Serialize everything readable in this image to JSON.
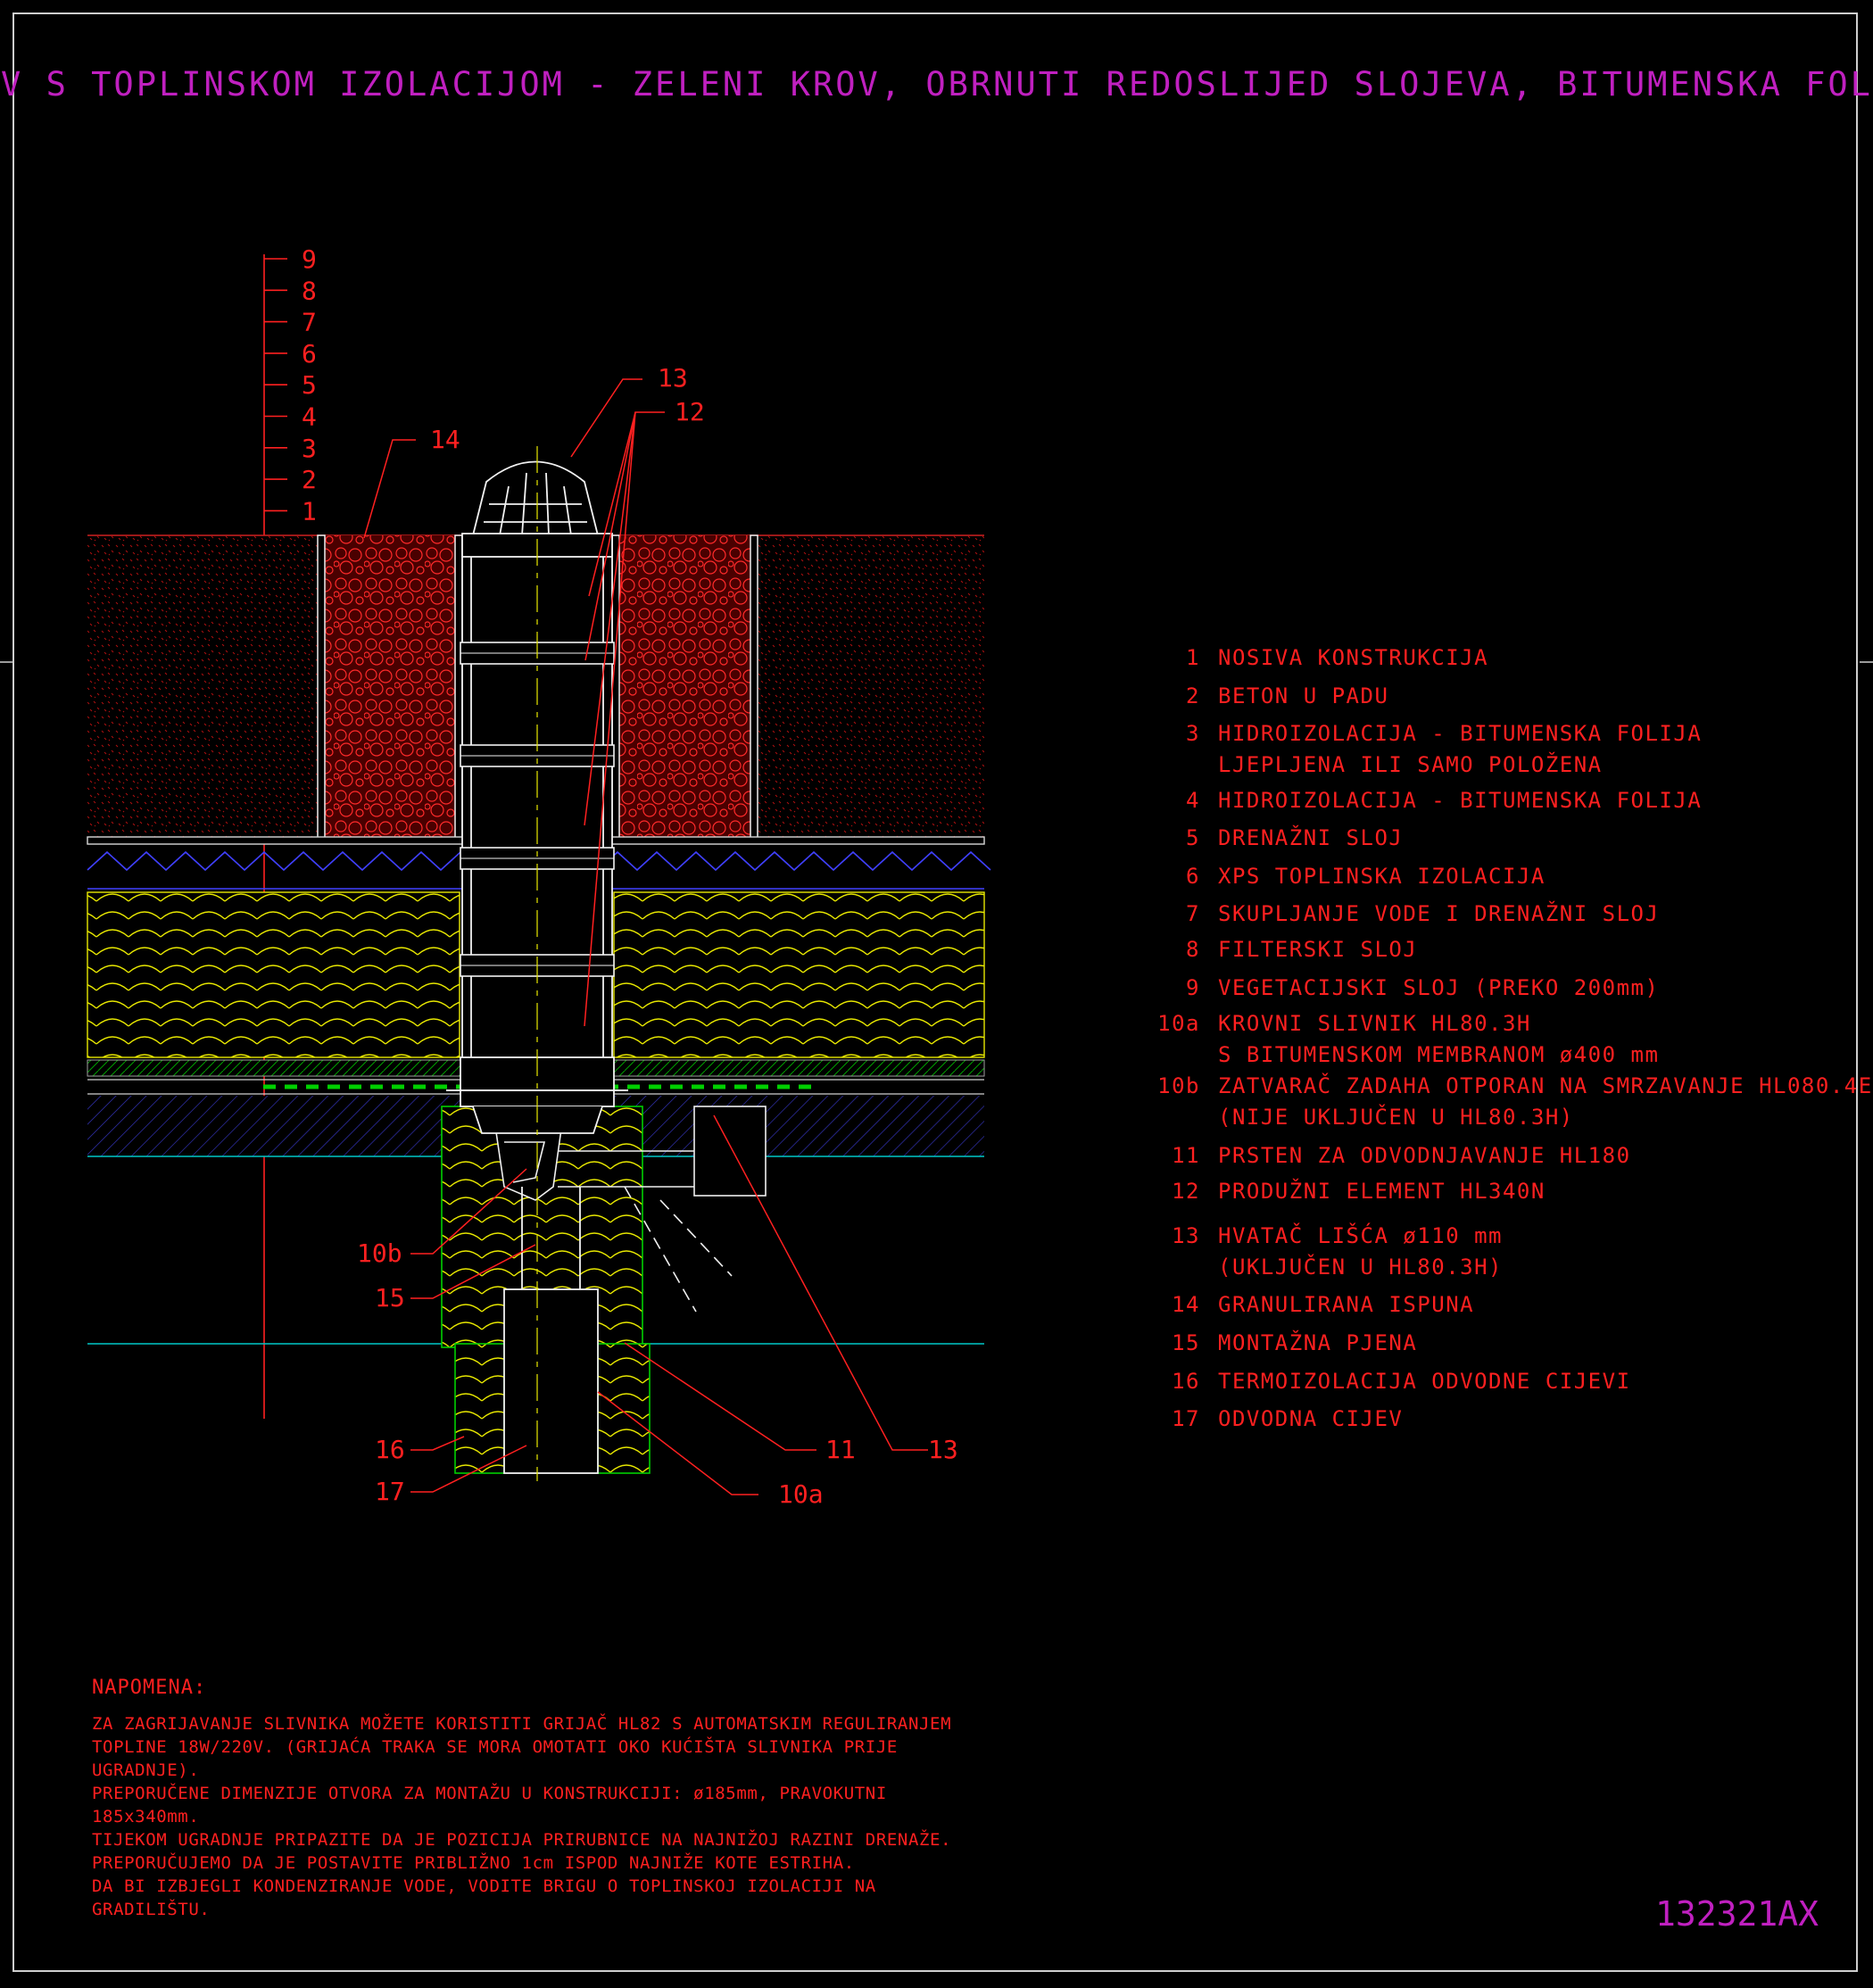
{
  "title": "KROV S TOPLINSKOM IZOLACIJOM - ZELENI KROV, OBRNUTI REDOSLIJED SLOJEVA, BITUMENSKA FOLIJA",
  "drawing_number": "132321AX",
  "layer_scale": [
    "9",
    "8",
    "7",
    "6",
    "5",
    "4",
    "3",
    "2",
    "1"
  ],
  "callouts": {
    "c13_top": "13",
    "c12": "12",
    "c14": "14",
    "c10b": "10b",
    "c15": "15",
    "c16": "16",
    "c17": "17",
    "c11": "11",
    "c13_bottom": "13",
    "c10a": "10a"
  },
  "legend": [
    {
      "num": "1",
      "lines": [
        "NOSIVA KONSTRUKCIJA"
      ]
    },
    {
      "num": "2",
      "lines": [
        "BETON U PADU"
      ]
    },
    {
      "num": "3",
      "lines": [
        "HIDROIZOLACIJA - BITUMENSKA FOLIJA",
        "LJEPLJENA ILI SAMO POLOŽENA"
      ]
    },
    {
      "num": "4",
      "lines": [
        "HIDROIZOLACIJA - BITUMENSKA FOLIJA"
      ]
    },
    {
      "num": "5",
      "lines": [
        "DRENAŽNI SLOJ"
      ]
    },
    {
      "num": "6",
      "lines": [
        "XPS TOPLINSKA IZOLACIJA"
      ]
    },
    {
      "num": "7",
      "lines": [
        "SKUPLJANJE VODE I DRENAŽNI SLOJ"
      ]
    },
    {
      "num": "8",
      "lines": [
        "FILTERSKI SLOJ"
      ]
    },
    {
      "num": "9",
      "lines": [
        "VEGETACIJSKI SLOJ (PREKO 200mm)"
      ]
    },
    {
      "num": "10a",
      "lines": [
        "KROVNI SLIVNIK HL80.3H",
        "S BITUMENSKOM MEMBRANOM ø400 mm"
      ]
    },
    {
      "num": "10b",
      "lines": [
        "ZATVARAČ ZADAHA OTPORAN NA SMRZAVANJE HL080.4E",
        "(NIJE UKLJUČEN U HL80.3H)"
      ]
    },
    {
      "num": "11",
      "lines": [
        "PRSTEN ZA ODVODNJAVANJE HL180"
      ]
    },
    {
      "num": "12",
      "lines": [
        "PRODUŽNI ELEMENT HL340N"
      ]
    },
    {
      "num": "13",
      "lines": [
        "HVATAČ LIŠĆA ø110 mm",
        "(UKLJUČEN U HL80.3H)"
      ]
    },
    {
      "num": "14",
      "lines": [
        "GRANULIRANA ISPUNA"
      ]
    },
    {
      "num": "15",
      "lines": [
        "MONTAŽNA PJENA"
      ]
    },
    {
      "num": "16",
      "lines": [
        "TERMOIZOLACIJA ODVODNE CIJEVI"
      ]
    },
    {
      "num": "17",
      "lines": [
        "ODVODNA CIJEV"
      ]
    }
  ],
  "note": {
    "heading": "NAPOMENA:",
    "lines": [
      "ZA ZAGRIJAVANJE SLIVNIKA MOŽETE KORISTITI GRIJAČ HL82 S AUTOMATSKIM REGULIRANJEM",
      "TOPLINE 18W/220V. (GRIJAĆA TRAKA SE MORA OMOTATI OKO KUĆIŠTA SLIVNIKA PRIJE",
      "UGRADNJE).",
      "PREPORUČENE DIMENZIJE OTVORA ZA MONTAŽU U KONSTRUKCIJI: ø185mm, PRAVOKUTNI",
      "185x340mm.",
      "TIJEKOM UGRADNJE PRIPAZITE DA JE POZICIJA PRIRUBNICE NA NAJNIŽOJ RAZINI DRENAŽE.",
      "PREPORUČUJEMO DA JE POSTAVITE PRIBLIŽNO 1cm ISPOD NAJNIŽE KOTE ESTRIHA.",
      "DA BI IZBJEGLI KONDENZIRANJE VODE, VODITE BRIGU O TOPLINSKOJ IZOLACIJI NA",
      "GRADILIŠTU."
    ]
  },
  "colors": {
    "title": "#c020c0",
    "text": "#ff2020",
    "insulation": "#e8e800",
    "drain_pipe": "#f2f2f2",
    "foil": "#00d000",
    "sheet": "#4040ff",
    "line_cyan": "#00c8c8",
    "frame": "#cfcfcf"
  }
}
